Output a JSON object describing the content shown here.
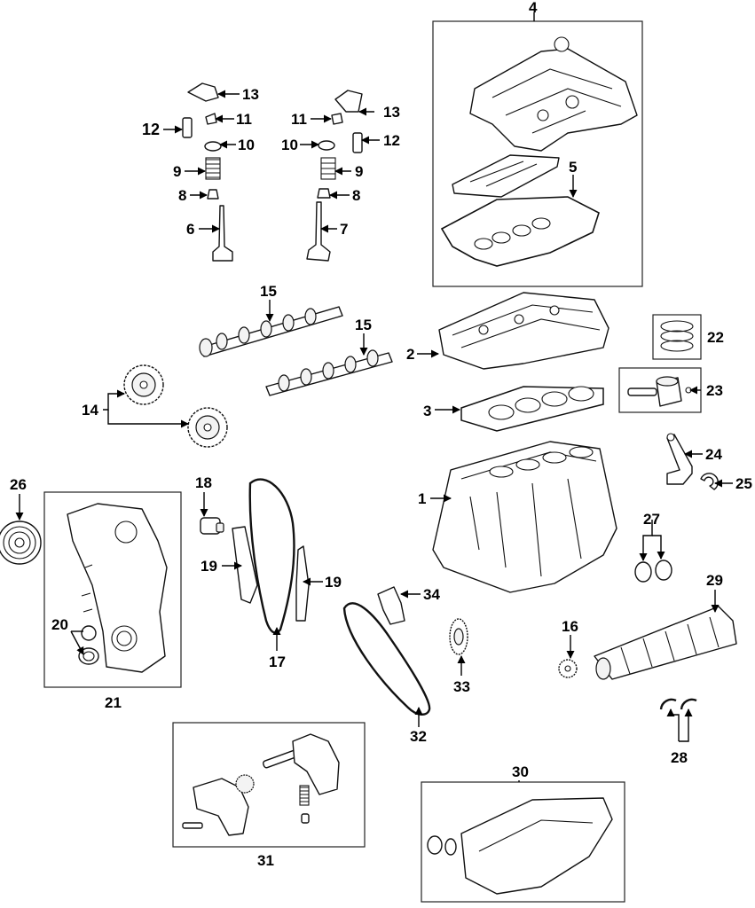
{
  "diagram": {
    "colors": {
      "line": "#000000",
      "background": "#ffffff"
    },
    "callouts": [
      {
        "id": "c1",
        "text": "1"
      },
      {
        "id": "c2",
        "text": "2"
      },
      {
        "id": "c3",
        "text": "3"
      },
      {
        "id": "c4",
        "text": "4"
      },
      {
        "id": "c5",
        "text": "5"
      },
      {
        "id": "c6",
        "text": "6"
      },
      {
        "id": "c7",
        "text": "7"
      },
      {
        "id": "c8a",
        "text": "8"
      },
      {
        "id": "c8b",
        "text": "8"
      },
      {
        "id": "c9a",
        "text": "9"
      },
      {
        "id": "c9b",
        "text": "9"
      },
      {
        "id": "c10a",
        "text": "10"
      },
      {
        "id": "c10b",
        "text": "10"
      },
      {
        "id": "c11a",
        "text": "11"
      },
      {
        "id": "c11b",
        "text": "11"
      },
      {
        "id": "c12a",
        "text": "12"
      },
      {
        "id": "c12b",
        "text": "12"
      },
      {
        "id": "c13a",
        "text": "13"
      },
      {
        "id": "c13b",
        "text": "13"
      },
      {
        "id": "c14",
        "text": "14"
      },
      {
        "id": "c15a",
        "text": "15"
      },
      {
        "id": "c15b",
        "text": "15"
      },
      {
        "id": "c16",
        "text": "16"
      },
      {
        "id": "c17",
        "text": "17"
      },
      {
        "id": "c18",
        "text": "18"
      },
      {
        "id": "c19a",
        "text": "19"
      },
      {
        "id": "c19b",
        "text": "19"
      },
      {
        "id": "c20",
        "text": "20"
      },
      {
        "id": "c21",
        "text": "21"
      },
      {
        "id": "c22",
        "text": "22"
      },
      {
        "id": "c23",
        "text": "23"
      },
      {
        "id": "c24",
        "text": "24"
      },
      {
        "id": "c25",
        "text": "25"
      },
      {
        "id": "c26",
        "text": "26"
      },
      {
        "id": "c27",
        "text": "27"
      },
      {
        "id": "c28",
        "text": "28"
      },
      {
        "id": "c29",
        "text": "29"
      },
      {
        "id": "c30",
        "text": "30"
      },
      {
        "id": "c31",
        "text": "31"
      },
      {
        "id": "c32",
        "text": "32"
      },
      {
        "id": "c33",
        "text": "33"
      },
      {
        "id": "c34",
        "text": "34"
      }
    ]
  }
}
